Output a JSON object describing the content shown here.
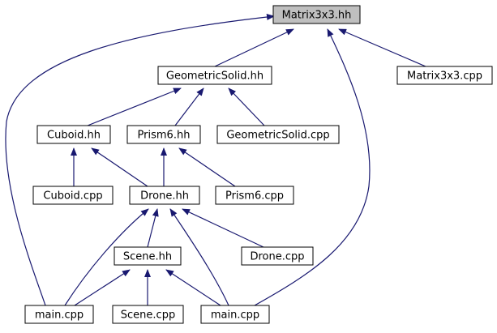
{
  "colors": {
    "edge": "#191970",
    "node_border": "#000000",
    "node_fill": "#ffffff",
    "root_fill": "#bfbfbf",
    "text": "#000000"
  },
  "nodes": {
    "matrix_hh": "Matrix3x3.hh",
    "geometric_solid_hh": "GeometricSolid.hh",
    "matrix_cpp": "Matrix3x3.cpp",
    "cuboid_hh": "Cuboid.hh",
    "prism6_hh": "Prism6.hh",
    "geometric_solid_cpp": "GeometricSolid.cpp",
    "cuboid_cpp": "Cuboid.cpp",
    "drone_hh": "Drone.hh",
    "prism6_cpp": "Prism6.cpp",
    "scene_hh": "Scene.hh",
    "drone_cpp": "Drone.cpp",
    "main_cpp_left": "main.cpp",
    "scene_cpp": "Scene.cpp",
    "main_cpp_right": "main.cpp"
  },
  "edges": [
    {
      "from": "GeometricSolid.hh",
      "to": "Matrix3x3.hh"
    },
    {
      "from": "Matrix3x3.cpp",
      "to": "Matrix3x3.hh"
    },
    {
      "from": "main.cpp",
      "to": "Matrix3x3.hh"
    },
    {
      "from": "main.cpp",
      "to": "Matrix3x3.hh"
    },
    {
      "from": "Cuboid.hh",
      "to": "GeometricSolid.hh"
    },
    {
      "from": "Prism6.hh",
      "to": "GeometricSolid.hh"
    },
    {
      "from": "GeometricSolid.cpp",
      "to": "GeometricSolid.hh"
    },
    {
      "from": "Cuboid.cpp",
      "to": "Cuboid.hh"
    },
    {
      "from": "Drone.hh",
      "to": "Cuboid.hh"
    },
    {
      "from": "Drone.hh",
      "to": "Prism6.hh"
    },
    {
      "from": "Prism6.cpp",
      "to": "Prism6.hh"
    },
    {
      "from": "Scene.hh",
      "to": "Drone.hh"
    },
    {
      "from": "Drone.cpp",
      "to": "Drone.hh"
    },
    {
      "from": "main.cpp",
      "to": "Drone.hh"
    },
    {
      "from": "main.cpp",
      "to": "Drone.hh"
    },
    {
      "from": "main.cpp",
      "to": "Scene.hh"
    },
    {
      "from": "Scene.cpp",
      "to": "Scene.hh"
    },
    {
      "from": "main.cpp",
      "to": "Scene.hh"
    }
  ]
}
